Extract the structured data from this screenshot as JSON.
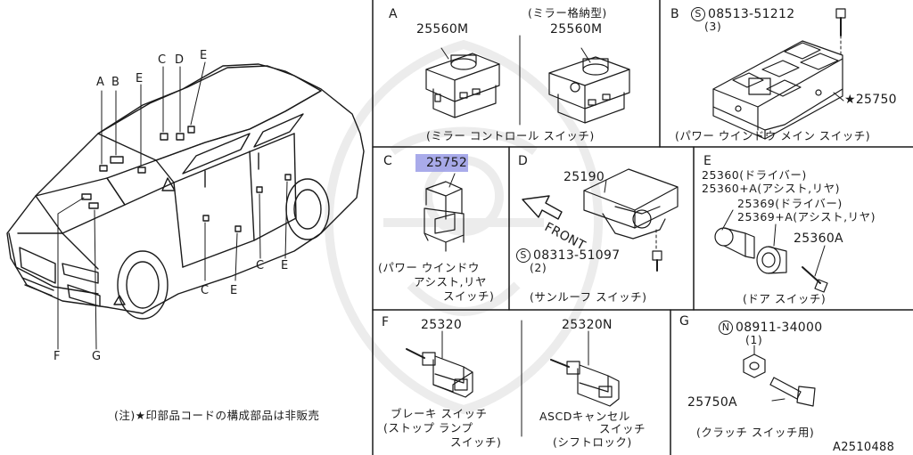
{
  "car": {
    "callouts": {
      "a": "A",
      "b": "B",
      "e_top": "E",
      "c_top": "C",
      "d_top": "D",
      "e_top2": "E",
      "c_low1": "C",
      "e_low1": "E",
      "c_low2": "C",
      "e_low2": "E",
      "f": "F",
      "g": "G"
    }
  },
  "note": "(注)★印部品コードの構成部品は非販売",
  "panel_a": {
    "letter": "A",
    "part_left": "25560M",
    "type_note": "(ミラー格納型)",
    "part_right": "25560M",
    "caption": "(ミラー コントロール スイッチ)"
  },
  "panel_b": {
    "letter": "B",
    "screw_symbol": "S",
    "screw_part": "08513-51212",
    "screw_qty": "(3)",
    "part": "★25750",
    "caption": "(パワー ウインドウ メイン スイッチ)"
  },
  "panel_c": {
    "letter": "C",
    "part": "25752",
    "caption_l1": "(パワー ウインドウ",
    "caption_l2": "アシスト,リヤ",
    "caption_l3": "スイッチ)"
  },
  "panel_d": {
    "letter": "D",
    "part": "25190",
    "front": "FRONT",
    "screw_symbol": "S",
    "screw_part": "08313-51097",
    "screw_qty": "(2)",
    "caption": "(サンルーフ スイッチ)"
  },
  "panel_e": {
    "letter": "E",
    "line1": "25360(ドライバー)",
    "line2": "25360+A(アシスト,リヤ)",
    "line3": "25369(ドライバー)",
    "line4": "25369+A(アシスト,リヤ)",
    "part_a": "25360A",
    "caption": "(ドア スイッチ)"
  },
  "panel_f": {
    "letter": "F",
    "part_left": "25320",
    "part_right": "25320N",
    "cap_l1": "ブレーキ スイッチ",
    "cap_l2": "(ストップ ランプ",
    "cap_l3": "スイッチ)",
    "cap_r1": "ASCDキャンセル",
    "cap_r2": "スイッチ",
    "cap_r3": "(シフトロック)"
  },
  "panel_g": {
    "letter": "G",
    "nut_symbol": "N",
    "nut_part": "08911-34000",
    "nut_qty": "(1)",
    "part": "25750A",
    "caption": "(クラッチ スイッチ用)"
  },
  "figure_id": "A2510488"
}
